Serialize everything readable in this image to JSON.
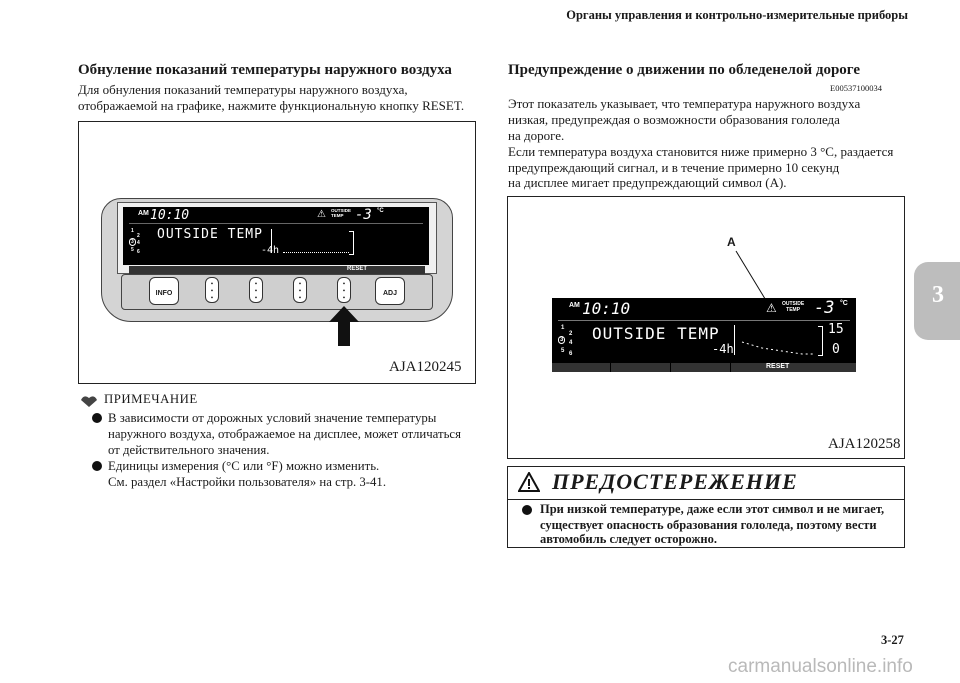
{
  "header": "Органы управления и контрольно-измерительные приборы",
  "chapter_tab": "3",
  "left": {
    "title": "Обнуление показаний температуры наружного воздуха",
    "intro_1": "Для обнуления показаний температуры наружного воздуха,",
    "intro_2": "отображаемой на графике, нажмите функциональную кнопку RESET.",
    "figure": {
      "code": "AJA120245",
      "display": {
        "am": "AM",
        "time": "10:10",
        "outside_label_1": "OUTSIDE",
        "outside_label_2": "TEMP",
        "temp": "-3",
        "unit": "°C",
        "main_text": "OUTSIDE TEMP",
        "graph_label": "-4h",
        "gear_1": "1",
        "gear_2": "2",
        "gear_3": "3",
        "gear_4": "4",
        "gear_5": "5",
        "gear_6": "6",
        "reset_label": "RESET"
      },
      "buttons": {
        "info": "INFO",
        "adj": "ADJ"
      }
    },
    "note": {
      "title": "ПРИМЕЧАНИЕ",
      "item1_l1": "В зависимости от дорожных условий значение температуры",
      "item1_l2": "наружного воздуха, отображаемое на дисплее, может отличаться",
      "item1_l3": "от действительного значения.",
      "item2_l1": "Единицы измерения (°С или °F) можно изменить.",
      "item2_l2": "См. раздел «Настройки пользователя» на стр. 3-41."
    }
  },
  "right": {
    "title": "Предупреждение о движении по обледенелой дороге",
    "code": "E00537100034",
    "p1": "Этот показатель указывает, что температура наружного воздуха",
    "p2": "низкая, предупреждая о возможности образования гололеда",
    "p3": "на дороге.",
    "p4": "Если температура воздуха становится ниже примерно 3 °С, раздается",
    "p5": "предупреждающий сигнал, и в течение примерно 10 секунд",
    "p6": "на дисплее мигает предупреждающий символ (A).",
    "figure": {
      "code": "AJA120258",
      "callout": "A",
      "display": {
        "am": "AM",
        "time": "10:10",
        "outside_label_1": "OUTSIDE",
        "outside_label_2": "TEMP",
        "temp": "-3",
        "unit": "°C",
        "main_text": "OUTSIDE TEMP",
        "graph_label": "-4h",
        "scale_top": "15",
        "scale_bottom": "0",
        "gear_1": "1",
        "gear_2": "2",
        "gear_3": "3",
        "gear_4": "4",
        "gear_5": "5",
        "gear_6": "6",
        "reset_label": "RESET"
      }
    },
    "warning": {
      "title": "ПРЕДОСТЕРЕЖЕНИЕ",
      "l1": "При низкой температуре, даже если этот символ и не мигает,",
      "l2": "существует опасность образования гололеда, поэтому вести",
      "l3": "автомобиль следует осторожно."
    }
  },
  "page_number": "3-27",
  "watermark": "carmanualsonline.info"
}
